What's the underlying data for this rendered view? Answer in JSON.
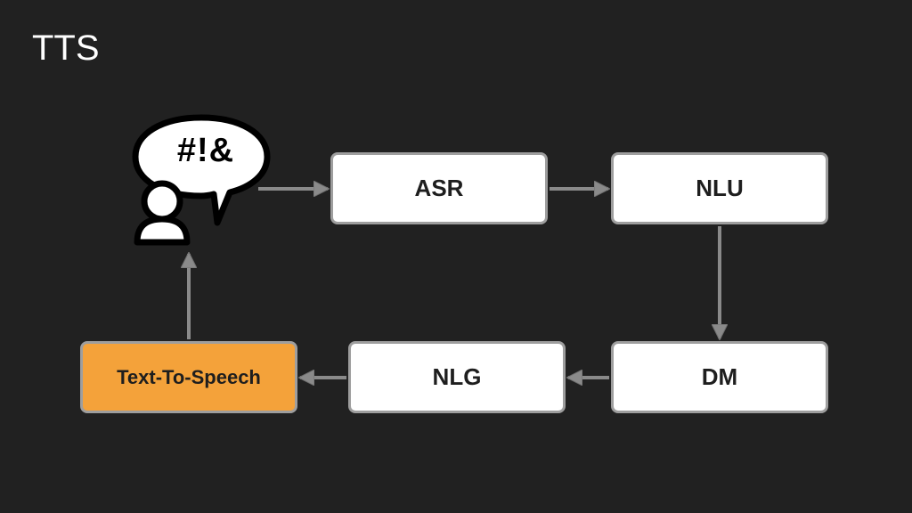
{
  "slide": {
    "title": "TTS"
  },
  "diagram": {
    "nodes": {
      "asr": "ASR",
      "nlu": "NLU",
      "dm": "DM",
      "nlg": "NLG",
      "tts": "Text-To-Speech"
    },
    "speaker_bubble_text": "#!&",
    "colors": {
      "background": "#212121",
      "box": "#ffffff",
      "box_border": "#9e9e9e",
      "highlight": "#f4a23a",
      "arrow": "#8a8a8a"
    }
  }
}
